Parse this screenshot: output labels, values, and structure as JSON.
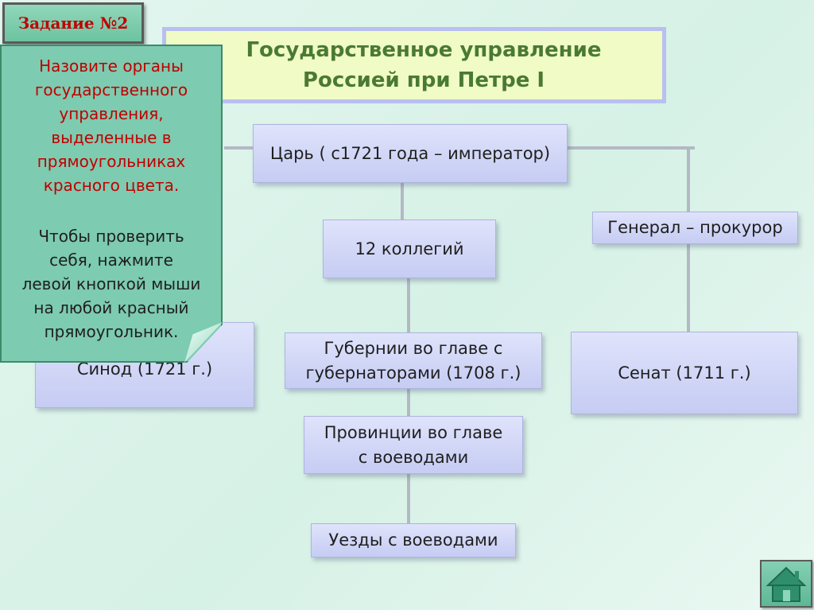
{
  "task_badge": {
    "label": "Задание №2"
  },
  "title": {
    "line1": "Государственное управление",
    "line2": "Россией при Петре I"
  },
  "note": {
    "instruction": [
      "Назовите органы",
      "государственного",
      "управления,",
      "выделенные в",
      "прямоугольниках",
      "красного цвета."
    ],
    "hint": [
      "Чтобы проверить",
      "себя, нажмите",
      "левой кнопкой мыши",
      "на любой красный",
      "прямоугольник."
    ]
  },
  "nodes": {
    "tsar": "Царь ( с1721 года – император)",
    "collegia": "12 коллегий",
    "prosecutor": "Генерал – прокурор",
    "synod": "Синод (1721 г.)",
    "gubernii": [
      "Губернии во главе с",
      "губернаторами (1708 г.)"
    ],
    "senate": "Сенат (1711 г.)",
    "provinces": [
      "Провинции во главе",
      "с воеводами"
    ],
    "uezdy": "Уезды с воеводами"
  },
  "colors": {
    "accent_red": "#c00000",
    "title_green": "#4a7a32",
    "node_fill": "#c6ccf3",
    "note_fill": "#7dcbb0"
  },
  "icons": {
    "home_button": "home-icon"
  }
}
